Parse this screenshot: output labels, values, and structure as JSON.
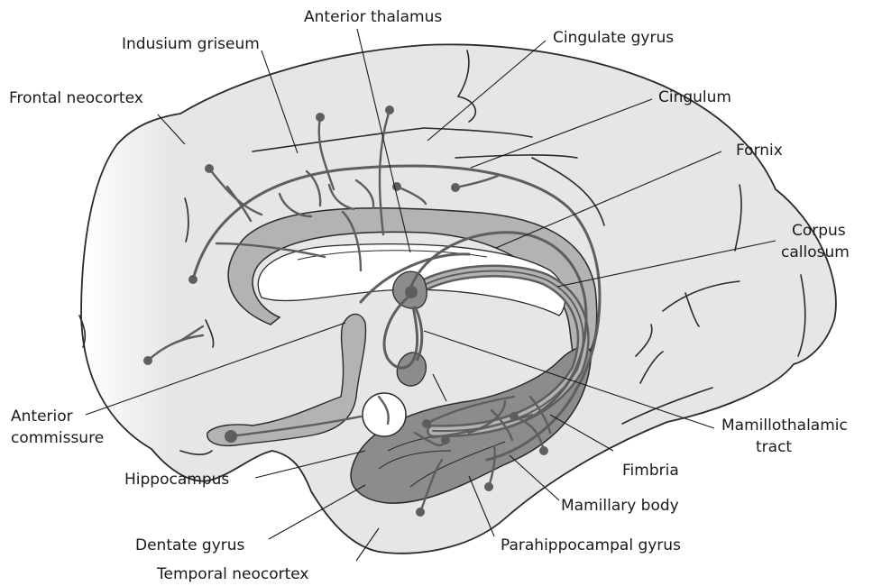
{
  "labels": {
    "anterior_thalamus": "Anterior thalamus",
    "indusium_griseum": "Indusium griseum",
    "cingulate_gyrus": "Cingulate gyrus",
    "frontal_neocortex": "Frontal neocortex",
    "cingulum": "Cingulum",
    "fornix": "Fornix",
    "corpus_callosum_1": "Corpus",
    "corpus_callosum_2": "callosum",
    "anterior_commissure_1": "Anterior",
    "anterior_commissure_2": "commissure",
    "mamillothalamic_1": "Mamillothalamic",
    "mamillothalamic_2": "tract",
    "fimbria": "Fimbria",
    "hippocampus": "Hippocampus",
    "mamillary_body": "Mamillary body",
    "dentate_gyrus": "Dentate gyrus",
    "parahippocampal_gyrus": "Parahippocampal gyrus",
    "temporal_neocortex": "Temporal neocortex"
  },
  "colors": {
    "brain_fill": "#e9e9e9",
    "structure_fill": "#b3b3b3",
    "dark_fill": "#8c8c8c",
    "tract": "#5e5e5e",
    "outline": "#2a2a2a"
  }
}
